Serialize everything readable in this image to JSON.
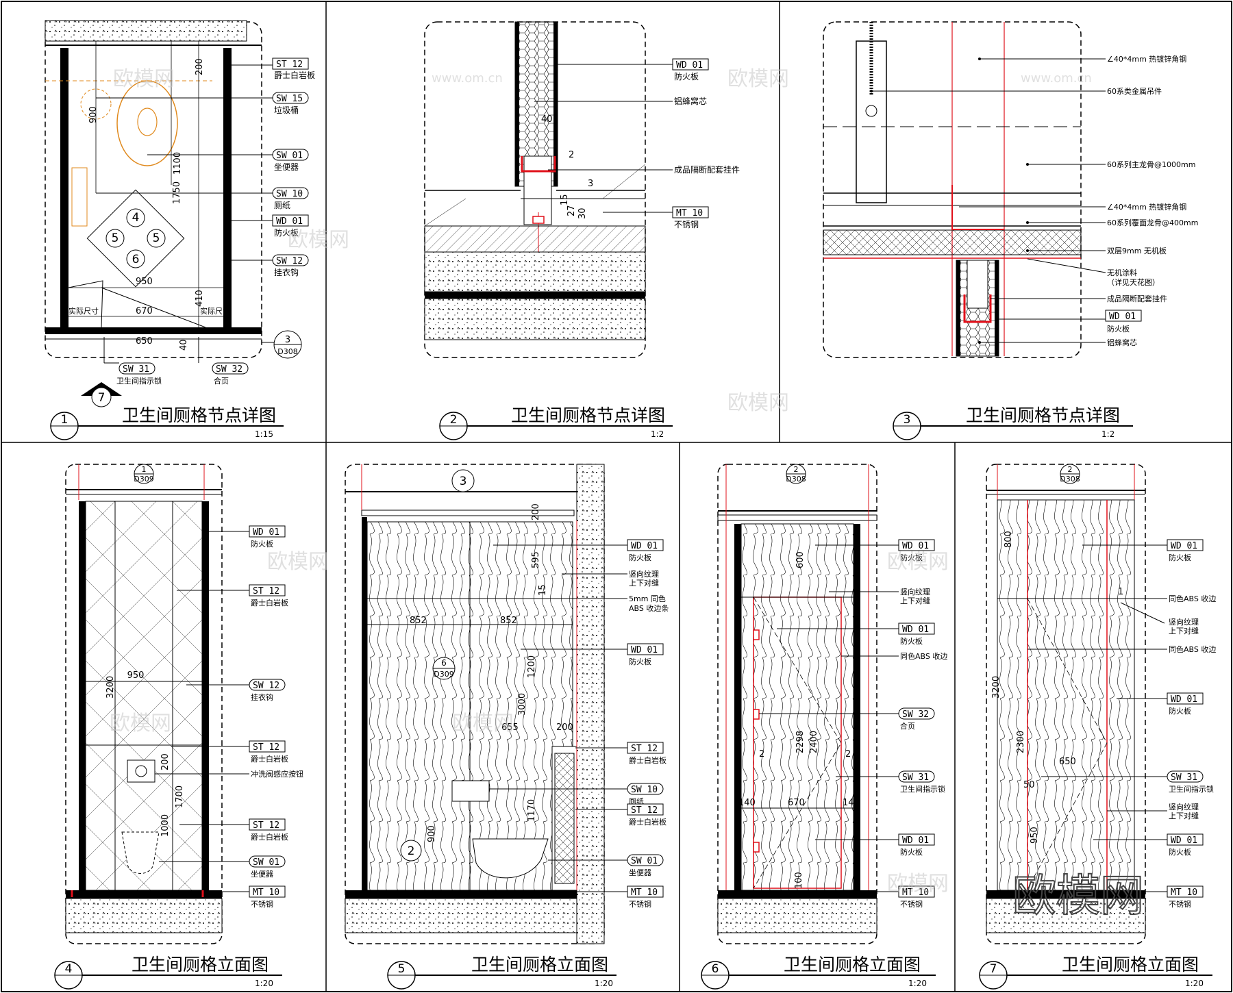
{
  "panels": [
    {
      "num": "1",
      "title": "卫生间厕格节点详图",
      "scale": "1:15"
    },
    {
      "num": "2",
      "title": "卫生间厕格节点详图",
      "scale": "1:2"
    },
    {
      "num": "3",
      "title": "卫生间厕格节点详图",
      "scale": "1:2"
    },
    {
      "num": "4",
      "title": "卫生间厕格立面图",
      "scale": "1:20"
    },
    {
      "num": "5",
      "title": "卫生间厕格立面图",
      "scale": "1:20"
    },
    {
      "num": "6",
      "title": "卫生间厕格立面图",
      "scale": "1:20"
    },
    {
      "num": "7",
      "title": "卫生间厕格立面图",
      "scale": "1:20"
    }
  ],
  "p1": {
    "tags": [
      {
        "code": "ST 12",
        "text": "爵士白岩板"
      },
      {
        "code": "SW 15",
        "text": "垃圾桶"
      },
      {
        "code": "SW 01",
        "text": "坐便器"
      },
      {
        "code": "SW 10",
        "text": "厕纸"
      },
      {
        "code": "WD 01",
        "text": "防火板"
      },
      {
        "code": "SW 12",
        "text": "挂衣钩"
      }
    ],
    "dims": {
      "d200": "200",
      "d900": "900",
      "d1100": "1100",
      "d1750": "1750",
      "d950": "950",
      "d670": "670",
      "d650": "650",
      "d410": "410",
      "d40": "40"
    },
    "actual": "实际尺寸",
    "callout3": {
      "n": "3",
      "ref": "D308"
    },
    "sw31": {
      "code": "SW 31",
      "text": "卫生间指示锁"
    },
    "sw32": {
      "code": "SW 32",
      "text": "合页"
    },
    "marks": [
      "4",
      "5",
      "5",
      "6",
      "7"
    ]
  },
  "p2": {
    "labels": [
      {
        "code": "WD 01",
        "text": "防火板"
      },
      {
        "text": "铝蜂窝芯"
      },
      {
        "text": "成品隔断配套挂件"
      },
      {
        "code": "MT 10",
        "text": "不锈钢"
      }
    ],
    "dims": {
      "d40": "40",
      "d2": "2",
      "d3": "3",
      "d15": "15",
      "d27": "27",
      "d30": "30"
    }
  },
  "p3": {
    "labels": [
      "∠40*4mm 热镀锌角钢",
      "60系类金属吊件",
      "60系列主龙骨@1000mm",
      "∠40*4mm 热镀锌角钢",
      "60系列覆面龙骨@400mm",
      "双层9mm 无机板",
      "无机涂料",
      "（详见天花图）",
      "成品隔断配套挂件",
      "防火板",
      "铝蜂窝芯"
    ],
    "wd": "WD 01"
  },
  "p4": {
    "callout": {
      "n": "1",
      "ref": "D309"
    },
    "tags": [
      {
        "code": "WD 01",
        "text": "防火板"
      },
      {
        "code": "ST 12",
        "text": "爵士白岩板"
      },
      {
        "code": "SW 12",
        "text": "挂衣钩"
      },
      {
        "code": "ST 12",
        "text": "爵士白岩板"
      },
      {
        "text": "冲洗阀感应按钮"
      },
      {
        "code": "ST 12",
        "text": "爵士白岩板"
      },
      {
        "code": "SW 01",
        "text": "坐便器"
      },
      {
        "code": "MT 10",
        "text": "不锈钢"
      }
    ],
    "dims": {
      "d950": "950",
      "d3200": "3200",
      "d200": "200",
      "d1700": "1700",
      "d1000": "1000"
    }
  },
  "p5": {
    "callout3": "3",
    "callout6": {
      "n": "6",
      "ref": "D309"
    },
    "callout2": "2",
    "tags": [
      {
        "code": "WD 01",
        "text": "防火板"
      },
      {
        "text": "竖向纹理"
      },
      {
        "text": "上下对缝"
      },
      {
        "text": "5mm 同色"
      },
      {
        "text": "ABS 收边条"
      },
      {
        "code": "WD 01",
        "text": "防火板"
      },
      {
        "code": "ST 12",
        "text": "爵士白岩板"
      },
      {
        "code": "SW 10",
        "text": "厕纸"
      },
      {
        "code": "ST 12",
        "text": "爵士白岩板"
      },
      {
        "code": "SW 01",
        "text": "坐便器"
      },
      {
        "code": "MT 10",
        "text": "不锈钢"
      }
    ],
    "dims": {
      "d852a": "852",
      "d852b": "852",
      "d595": "595",
      "d15": "15",
      "d200": "200",
      "d1200": "1200",
      "d3000": "3000",
      "d655": "655",
      "d200b": "200",
      "d1170": "1170",
      "d900": "900"
    }
  },
  "p6": {
    "callout": {
      "n": "2",
      "ref": "D308"
    },
    "tags": [
      {
        "code": "WD 01",
        "text": "防火板"
      },
      {
        "text": "竖向纹理"
      },
      {
        "text": "上下对缝"
      },
      {
        "code": "WD 01",
        "text": "防火板"
      },
      {
        "text": "同色ABS 收边"
      },
      {
        "code": "SW 32",
        "text": "合页"
      },
      {
        "code": "SW 31",
        "text": "卫生间指示锁"
      },
      {
        "code": "WD 01",
        "text": "防火板"
      },
      {
        "code": "MT 10",
        "text": "不锈钢"
      }
    ],
    "dims": {
      "d600": "600",
      "d2298": "2298",
      "d2400": "2400",
      "d2a": "2",
      "d2b": "2",
      "d140a": "140",
      "d670": "670",
      "d140b": "140",
      "d100": "100"
    }
  },
  "p7": {
    "callout": {
      "n": "2",
      "ref": "D308"
    },
    "tags": [
      {
        "code": "WD 01",
        "text": "防火板"
      },
      {
        "text": "同色ABS 收边"
      },
      {
        "text": "竖向纹理"
      },
      {
        "text": "上下对缝"
      },
      {
        "text": "同色ABS 收边"
      },
      {
        "code": "WD 01",
        "text": "防火板"
      },
      {
        "code": "SW 31",
        "text": "卫生间指示锁"
      },
      {
        "text": "竖向纹理"
      },
      {
        "text": "上下对缝"
      },
      {
        "code": "WD 01",
        "text": "防火板"
      },
      {
        "code": "MT 10",
        "text": "不锈钢"
      }
    ],
    "dims": {
      "d800": "800",
      "d3200": "3200",
      "d2300": "2300",
      "d650": "650",
      "d50": "50",
      "d950": "950",
      "d1": "1"
    }
  },
  "watermarks": {
    "small": "欧模网",
    "url": "www.om.cn",
    "big": "欧模网"
  }
}
